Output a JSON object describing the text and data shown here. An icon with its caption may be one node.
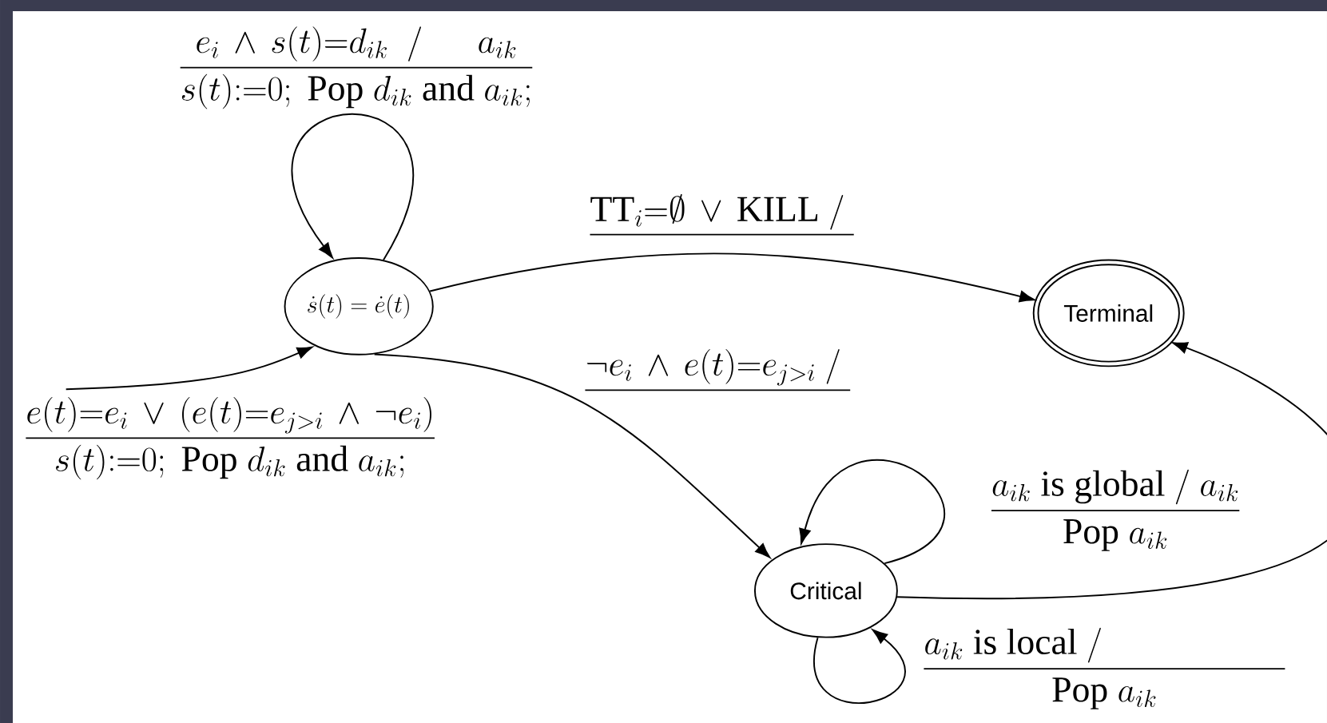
{
  "diagram": {
    "nodes": [
      {
        "text": [
          "\\dot{s}(t) = \\dot{e}(t)"
        ]
      },
      {
        "text": [
          "Terminal"
        ]
      },
      {
        "text": [
          "Critical"
        ]
      }
    ],
    "edges": [
      {
        "from": 0,
        "to": 0,
        "arrow": "to",
        "label": "\\dfrac{e_i \\,\\wedge\\, s(t){=}d_{ik}\\ \\ /\\quad\\ \\ a_{ik}}{s(t){:=}0;\\ \\mathrm{Pop}\\ d_{ik}\\ \\mathrm{and}\\ a_{ik};}"
      },
      {
        "from": null,
        "to": 0,
        "arrow": "to",
        "label": "\\dfrac{e(t){=}e_i \\,\\vee\\, (e(t){=}e_{j>i} \\,\\wedge\\, \\neg e_i)}{s(t){:=}0;\\ \\mathrm{Pop}\\ d_{ik}\\ \\mathrm{and}\\ a_{ik};}"
      },
      {
        "from": 0,
        "to": 1,
        "arrow": "to",
        "label": "\\underline{\\mathrm{TT}_i{=}\\emptyset \\,\\vee\\, \\mathrm{KILL}\\ /\\ }"
      },
      {
        "from": 0,
        "to": 2,
        "arrow": "to",
        "label": "\\underline{\\neg e_i \\,\\wedge\\, e(t){=}e_{j>i}\\ /\\ }"
      },
      {
        "from": 2,
        "to": 2,
        "arrow": "to",
        "label": "\\dfrac{a_{ik}\\ \\mathrm{is\\ global}\\ /\\ a_{ik}}{\\mathrm{Pop}\\ a_{ik}}"
      },
      {
        "from": 2,
        "to": 1,
        "arrow": "to"
      },
      {
        "from": 2,
        "to": 2,
        "arrow": "to",
        "label": "\\dfrac{a_{ik}\\ \\mathrm{is\\ local}\\ /\\qquad\\qquad\\quad}{\\mathrm{Pop}\\ a_{ik}}"
      }
    ]
  }
}
